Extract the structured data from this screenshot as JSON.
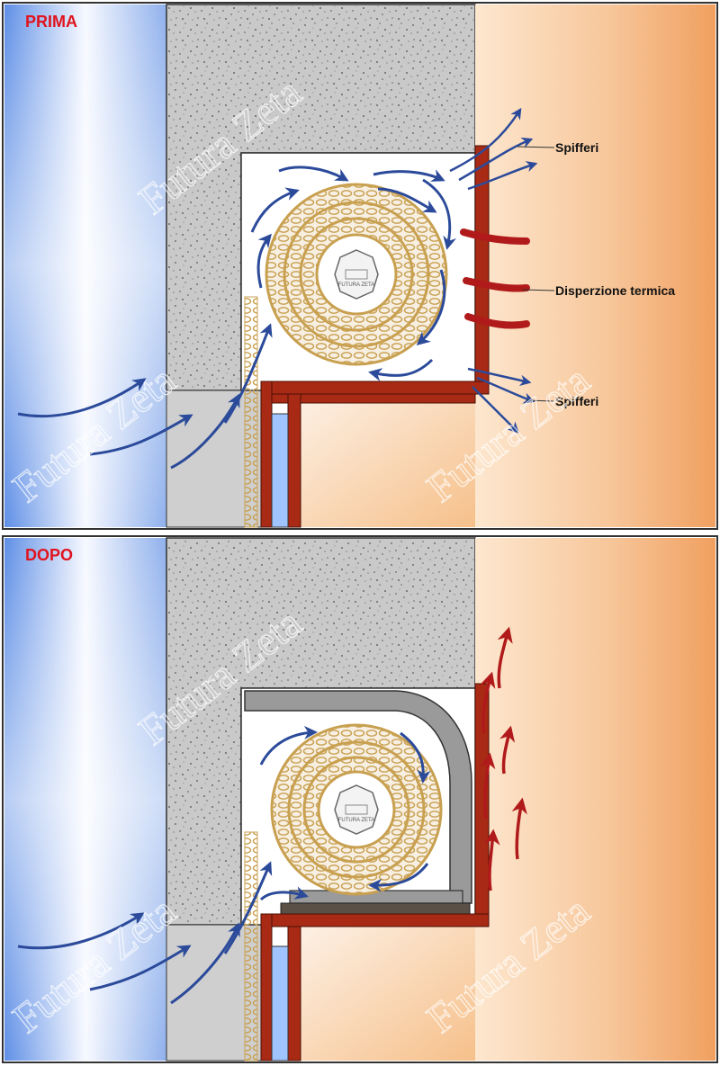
{
  "panels": [
    {
      "id": "prima",
      "title": "PRIMA",
      "labels": {
        "draft_top": "Spifferi",
        "heat_loss": "Disperzione termica",
        "draft_bottom": "Spifferi"
      }
    },
    {
      "id": "dopo",
      "title": "DOPO"
    }
  ],
  "watermark": "Futura Zeta",
  "logo_text": "FUTURA ZETA",
  "colors": {
    "title_red": "#e0141e",
    "frame_red": "#a82a14",
    "blue_arrow": "#2b4a9a",
    "heat_arrow": "#b01a1a",
    "chain": "#c8a050"
  }
}
